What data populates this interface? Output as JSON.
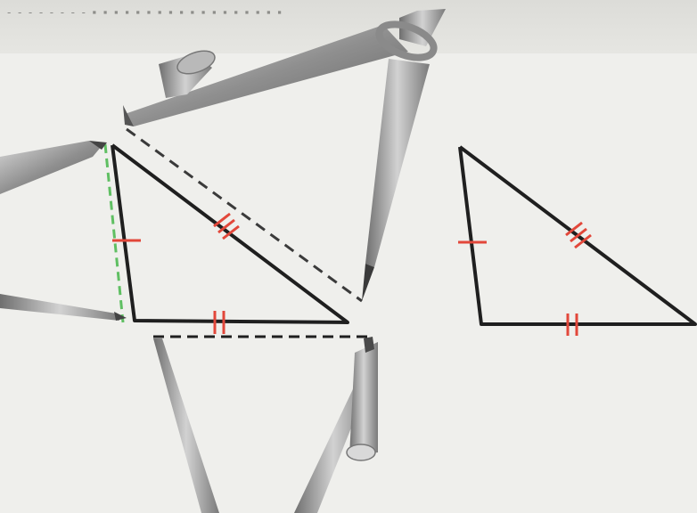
{
  "header_text": "- - - - - - - -   ▪ ▪ ▪ ▪   ▪ ▪ ▪ ▪ ▪   ▪ ▪ ▪ ▪ ▪   ▪ ▪ ▪ ▪",
  "colors": {
    "triangle_stroke": "#1f1f1f",
    "tick_marks": "#e2473a",
    "dashed_construction": "#3a3a3a",
    "green_dashed": "#5fbf62",
    "paper": "#efefec",
    "compass_metal": "#9a9a9a"
  },
  "diagram": {
    "left_triangle": {
      "side_ticks": {
        "vertical_side": 1,
        "bottom_side": 2,
        "hypotenuse": 3
      }
    },
    "right_triangle": {
      "side_ticks": {
        "vertical_side": 1,
        "bottom_side": 2,
        "hypotenuse": 3
      }
    },
    "tools": [
      "compass-top",
      "compass-bottom",
      "pencil-left-top",
      "pencil-left-bottom"
    ]
  }
}
